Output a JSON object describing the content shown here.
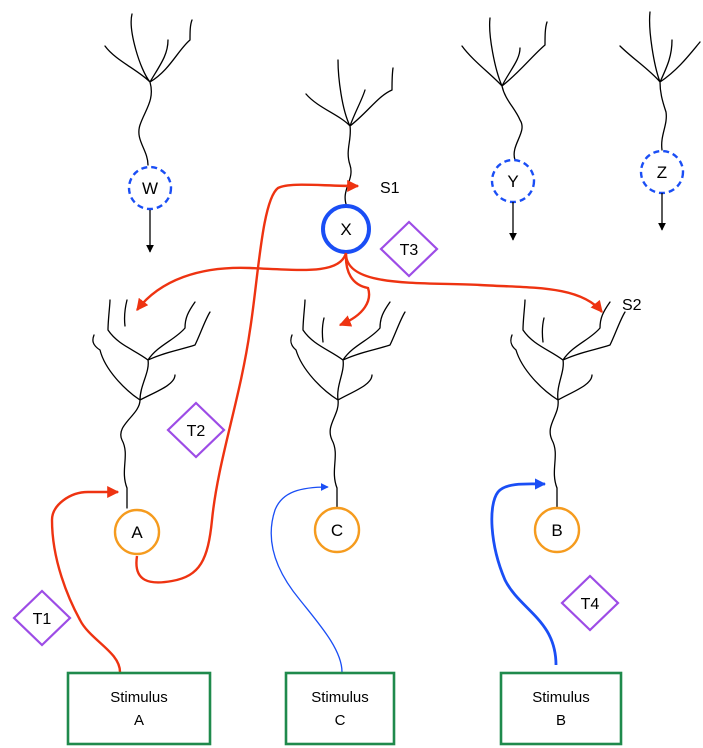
{
  "neurons": {
    "w": "W",
    "x": "X",
    "y": "Y",
    "z": "Z",
    "a": "A",
    "c": "C",
    "b": "B"
  },
  "synapses": {
    "s1": "S1",
    "s2": "S2"
  },
  "tags": {
    "t1": "T1",
    "t2": "T2",
    "t3": "T3",
    "t4": "T4"
  },
  "stimuli": {
    "a": {
      "line1": "Stimulus",
      "line2": "A"
    },
    "c": {
      "line1": "Stimulus",
      "line2": "C"
    },
    "b": {
      "line1": "Stimulus",
      "line2": "B"
    }
  },
  "colors": {
    "excitatory_path": "#ee3311",
    "stimulus_path": "#1a4ef5",
    "sensory_neuron": "#f59b1e",
    "inter_neuron": "#1a4ef5",
    "tag": "#9d4ce6",
    "stimulus_box": "#1f8a4c"
  }
}
